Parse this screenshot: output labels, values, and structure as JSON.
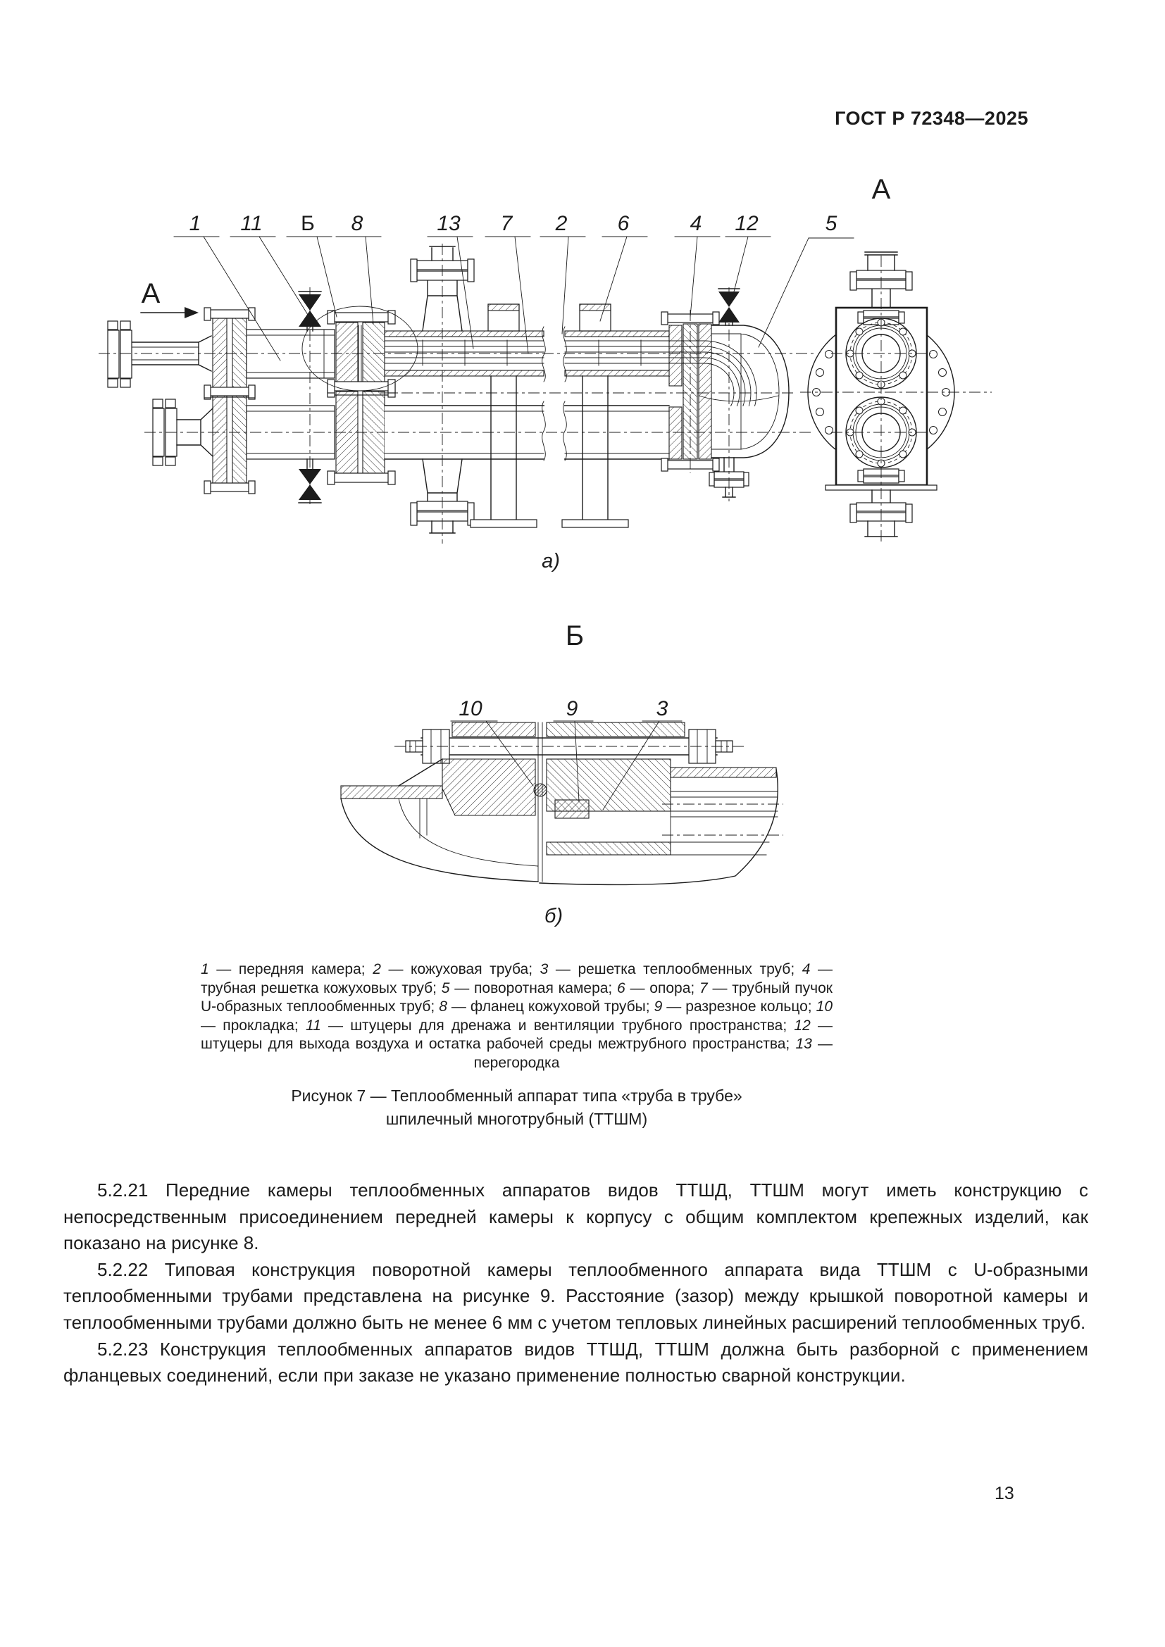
{
  "header": {
    "title": "ГОСТ Р 72348—2025"
  },
  "figure": {
    "view_a": {
      "direction_label": "А",
      "view_title": "А",
      "sub_label": "а)",
      "callouts": [
        {
          "label": "1"
        },
        {
          "label": "11"
        },
        {
          "label": "Б"
        },
        {
          "label": "8"
        },
        {
          "label": "13"
        },
        {
          "label": "7"
        },
        {
          "label": "2"
        },
        {
          "label": "6"
        },
        {
          "label": "4"
        },
        {
          "label": "12"
        },
        {
          "label": "5"
        }
      ]
    },
    "view_b": {
      "view_title": "Б",
      "sub_label": "б)",
      "callouts": [
        {
          "label": "10"
        },
        {
          "label": "9"
        },
        {
          "label": "3"
        }
      ]
    },
    "legend": {
      "items": [
        {
          "num": "1",
          "text": "передняя камера"
        },
        {
          "num": "2",
          "text": "кожуховая труба"
        },
        {
          "num": "3",
          "text": "решетка теплообменных труб"
        },
        {
          "num": "4",
          "text": "трубная решетка кожуховых труб"
        },
        {
          "num": "5",
          "text": "поворотная камера"
        },
        {
          "num": "6",
          "text": "опора"
        },
        {
          "num": "7",
          "text": "трубный пучок U-образных теплообменных труб"
        },
        {
          "num": "8",
          "text": "фланец кожуховой трубы"
        },
        {
          "num": "9",
          "text": "разрезное кольцо"
        },
        {
          "num": "10",
          "text": "прокладка"
        },
        {
          "num": "11",
          "text": "штуцеры для дренажа и вентиляции трубного пространства"
        },
        {
          "num": "12",
          "text": "штуцеры для выхода воздуха и остатка рабочей среды межтрубного пространства"
        },
        {
          "num": "13",
          "text": "перегородка"
        }
      ]
    },
    "caption": {
      "line1": "Рисунок 7 — Теплообменный аппарат типа «труба в трубе»",
      "line2": "шпилечный многотрубный (ТТШМ)"
    }
  },
  "body": {
    "p1": "5.2.21 Передние камеры теплообменных аппаратов видов ТТШД, ТТШМ могут иметь конструкцию с непосредственным присоединением передней камеры к корпусу с общим комплектом крепежных изделий, как показано на рисунке 8.",
    "p2": "5.2.22 Типовая конструкция поворотной камеры теплообменного аппарата вида ТТШМ с U-образными теплообменными трубами представлена на рисунке 9. Расстояние (зазор) между крышкой поворотной камеры и теплообменными трубами должно быть не менее 6 мм с учетом тепловых линейных расширений теплообменных труб.",
    "p3": "5.2.23 Конструкция теплообменных аппаратов видов ТТШД, ТТШМ должна быть разборной с применением фланцевых соединений, если при заказе не указано применение полностью сварной конструкции."
  },
  "footer": {
    "page_number": "13"
  }
}
